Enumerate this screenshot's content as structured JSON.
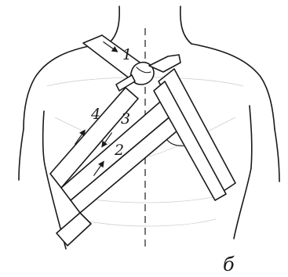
{
  "labels": {
    "step_1": "1",
    "step_2": "2",
    "step_3": "3",
    "step_4": "4"
  },
  "panel_letter": "б"
}
